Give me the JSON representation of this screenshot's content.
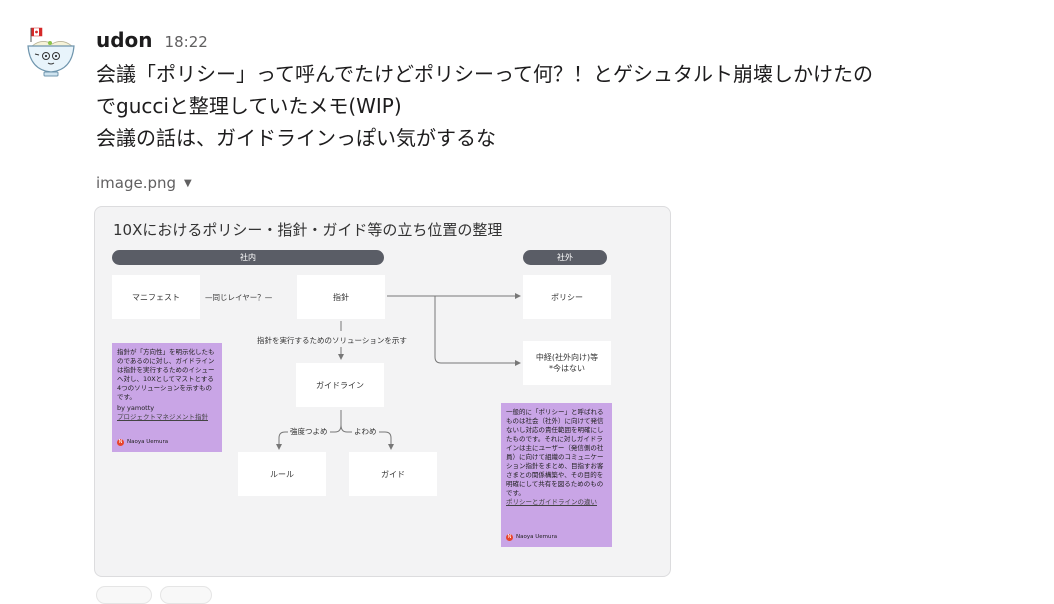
{
  "message": {
    "username": "udon",
    "timestamp": "18:22",
    "lines": [
      "会議「ポリシー」って呼んでたけどポリシーって何？！とゲシュタルト崩壊しかけたの",
      "でgucciと整理していたメモ(WIP)",
      "会議の話は、ガイドラインっぽい気がするな"
    ],
    "avatar_icon": "udon-bowl-icon"
  },
  "attachment": {
    "filename": "image.png",
    "caret_icon": "caret-down-icon"
  },
  "diagram": {
    "title": "10Xにおけるポリシー・指針・ガイド等の立ち位置の整理",
    "section_internal": "社内",
    "section_external": "社外",
    "boxes": {
      "manifest": "マニフェスト",
      "shishin": "指針",
      "guideline": "ガイドライン",
      "rule": "ルール",
      "guide": "ガイド",
      "policy": "ポリシー",
      "nakatsugi_line1": "中経(社外向け)等",
      "nakatsugi_line2": "*今はない"
    },
    "labels": {
      "same_layer": "—同じレイヤー？—",
      "solution": "指針を実行するためのソリューションを示す",
      "strong": "強度つよめ",
      "weak": "よわめ"
    },
    "sticky_left": {
      "text": "指針が「方向性」を明示化したものであるのに対し、ガイドラインは指針を実行するためのイシューへ対し、10Xとしてマストとする4つのソリューションを示すものです。",
      "by": "by yamotty",
      "link": "プロジェクトマネジメント指針",
      "author": "Naoya Uemura"
    },
    "sticky_right": {
      "text": "一般的に「ポリシー」と呼ばれるものは社会（社外）に向けて発信ないし対応の責任範囲を明確にしたものです。それに対しガイドラインは主にユーザー（発信側の社員）に向けて組織のコミュニケーション指針をまとめ、目指すお客さまとの関係構築や、その目的を明確にして共有を図るためのものです。",
      "link": "ポリシーとガイドラインの違い",
      "author": "Naoya Uemura"
    }
  },
  "colors": {
    "sticky": "#c9a5e6",
    "section_bar": "#5a5d66",
    "author_badge": "#e8452c"
  }
}
